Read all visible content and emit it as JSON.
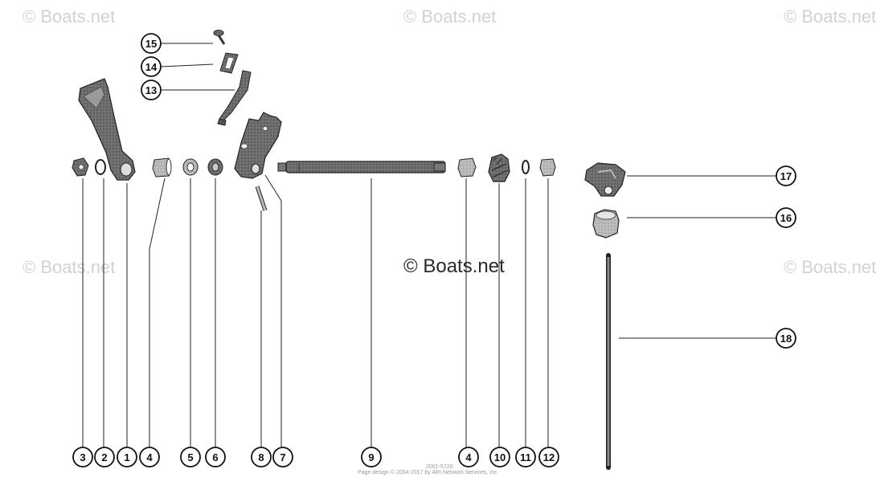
{
  "watermark_text": "© Boats.net",
  "center_watermark": "© Boats.net",
  "fine_print": {
    "code": "2001-5720",
    "copyright": "Page design © 2004-2017 by ARI Network Services, Inc."
  },
  "callouts": {
    "c1": "1",
    "c2": "2",
    "c3": "3",
    "c4a": "4",
    "c4b": "4",
    "c5": "5",
    "c6": "6",
    "c7": "7",
    "c8": "8",
    "c9": "9",
    "c10": "10",
    "c11": "11",
    "c12": "12",
    "c13": "13",
    "c14": "14",
    "c15": "15",
    "c16": "16",
    "c17": "17",
    "c18": "18"
  }
}
